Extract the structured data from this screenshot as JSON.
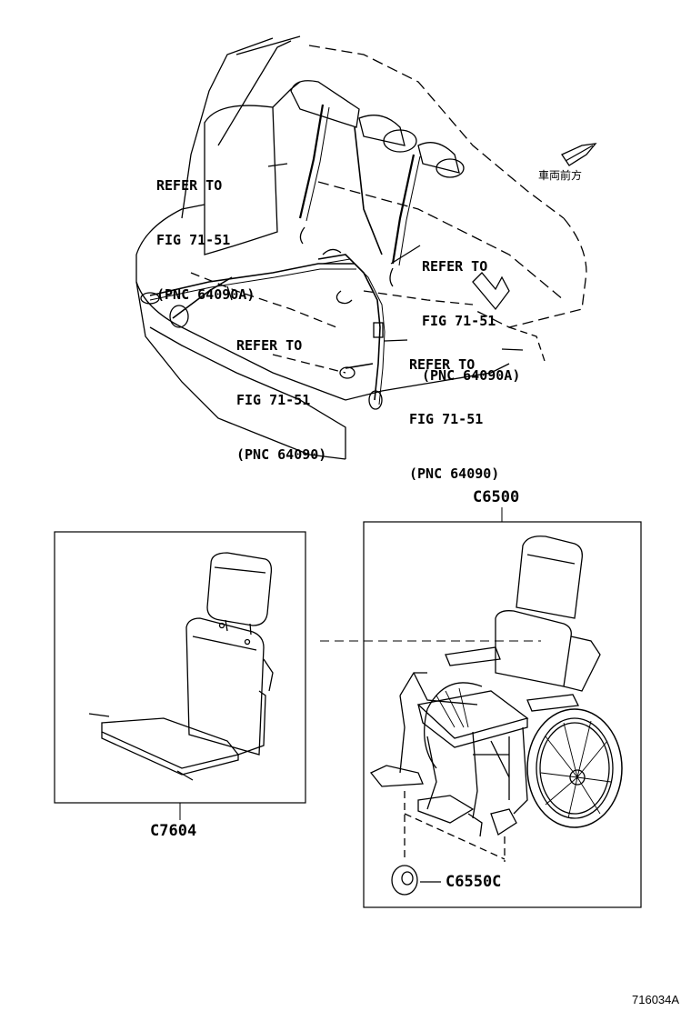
{
  "callouts": [
    {
      "line1": "REFER TO",
      "line2": "FIG 71-51",
      "line3": "(PNC 64090A)"
    },
    {
      "line1": "REFER TO",
      "line2": "FIG 71-51",
      "line3": "(PNC 64090A)"
    },
    {
      "line1": "REFER TO",
      "line2": "FIG 71-51",
      "line3": "(PNC 64090)"
    },
    {
      "line1": "REFER TO",
      "line2": "FIG 71-51",
      "line3": "(PNC 64090)"
    }
  ],
  "direction_label": "車両前方",
  "parts": {
    "cushion": "C7604",
    "wheelchair": "C6500",
    "cap": "C6550C"
  },
  "figure_number": "716034A"
}
